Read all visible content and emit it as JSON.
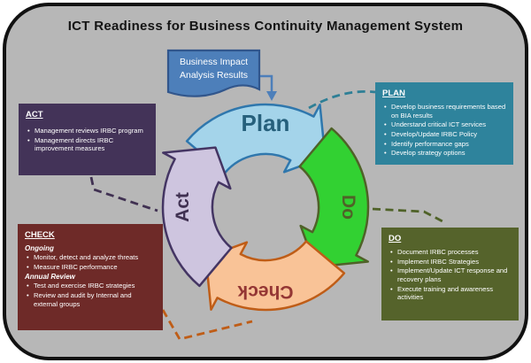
{
  "title": "ICT Readiness for Business Continuity Management System",
  "bia": {
    "line1": "Business Impact",
    "line2": "Analysis Results"
  },
  "cycle": {
    "plan": "Plan",
    "do": "Do",
    "check": "Check",
    "act": "Act"
  },
  "panels": {
    "plan": {
      "header": "PLAN",
      "bullets": [
        "Develop business requirements based on BIA results",
        "Understand critical ICT services",
        "Develop/Update IRBC Policy",
        "Identify performance gaps",
        "Develop strategy options"
      ]
    },
    "do": {
      "header": "DO",
      "bullets": [
        "Document IRBC processes",
        "Implement IRBC Strategies",
        "Implement/Update ICT response and recovery plans",
        "Execute training and awareness activities"
      ]
    },
    "check": {
      "header": "CHECK",
      "sections": [
        {
          "subheader": "Ongoing",
          "bullets": [
            "Monitor, detect and analyze threats",
            "Measure IRBC performance"
          ]
        },
        {
          "subheader": "Annual Review",
          "bullets": [
            "Test and exercise IRBC strategies",
            "Review and audit by Internal and external groups"
          ]
        }
      ]
    },
    "act": {
      "header": "ACT",
      "bullets": [
        "Management reviews IRBC program",
        "Management directs IRBC improvement measures"
      ]
    }
  },
  "colors": {
    "canvas_bg": "#b7b7b7",
    "canvas_border": "#111111",
    "title_color": "#141414",
    "panel_text": "#ffffff",
    "plan_panel_bg": "#2e839c",
    "do_panel_bg": "#55632b",
    "check_panel_bg": "#6e2a28",
    "act_panel_bg": "#433358",
    "bia_fill": "#4d7fba",
    "bia_stroke": "#31568c",
    "plan_arrow_fill": "#a4d4ea",
    "plan_arrow_stroke": "#2f77ad",
    "plan_label": "#26607c",
    "do_arrow_fill": "#32d132",
    "do_arrow_stroke": "#4f6228",
    "do_label": "#4f6228",
    "check_arrow_fill": "#f9c397",
    "check_arrow_stroke": "#bf5d17",
    "check_label": "#943634",
    "act_arrow_fill": "#cec5df",
    "act_arrow_stroke": "#443563",
    "act_label": "#403152",
    "dash_plan": "#2e7f96",
    "dash_do": "#4f6228",
    "dash_act": "#403152",
    "dash_check": "#bf5d17"
  }
}
